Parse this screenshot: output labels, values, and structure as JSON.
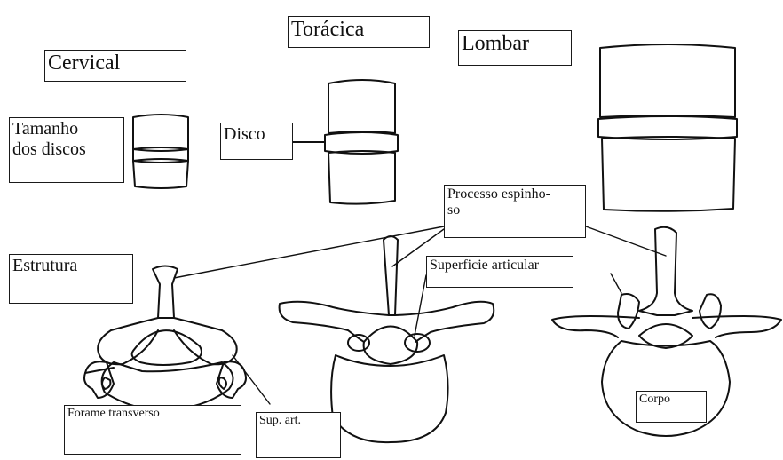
{
  "regions": {
    "cervical": "Cervical",
    "toracica": "Torácica",
    "lombar": "Lombar"
  },
  "labels": {
    "tamanho_line1": "Tamanho",
    "tamanho_line2": "dos discos",
    "disco": "Disco",
    "estrutura": "Estrutura",
    "processo_line1": "Processo espinho-",
    "processo_line2": "so",
    "superficie": "Superficie articular",
    "forame": "Forame transverso",
    "sup_art": "Sup. art.",
    "corpo": "Corpo"
  }
}
